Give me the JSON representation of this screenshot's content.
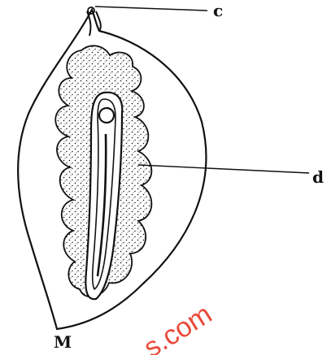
{
  "labels": {
    "c": "c",
    "d": "d",
    "m": "M"
  },
  "watermark": {
    "text": "s.com",
    "color": "#e94a3a"
  },
  "colors": {
    "ink": "#111111",
    "background": "#ffffff"
  }
}
